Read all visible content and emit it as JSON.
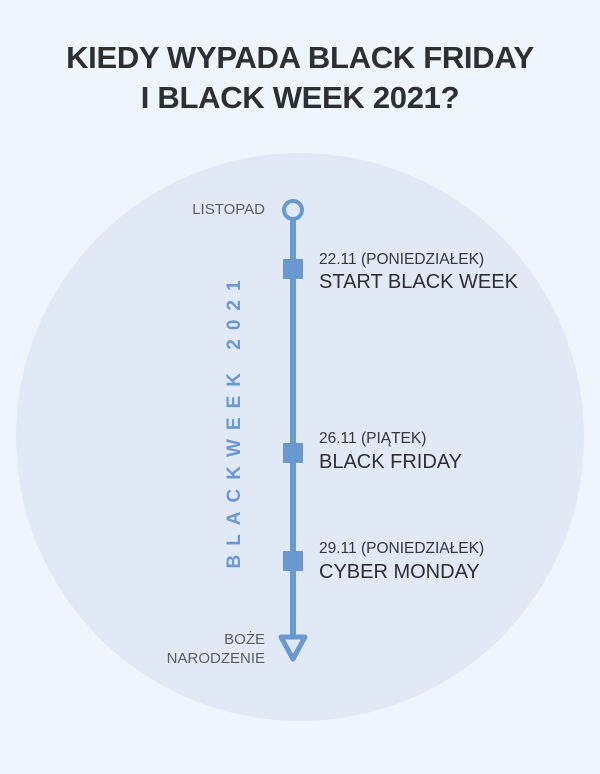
{
  "title": {
    "line1": "KIEDY WYPADA BLACK FRIDAY",
    "line2": "I BLACK WEEK 2021?"
  },
  "timeline": {
    "start_label": "LISTOPAD",
    "end_label_line1": "BOŻE",
    "end_label_line2": "NARODZENIE",
    "vertical_label": "BLACKWEEK 2021",
    "events": [
      {
        "date": "22.11 (PONIEDZIAŁEK)",
        "name": "START BLACK WEEK"
      },
      {
        "date": "26.11 (PIĄTEK)",
        "name": "BLACK FRIDAY"
      },
      {
        "date": "29.11 (PONIEDZIAŁEK)",
        "name": "CYBER MONDAY"
      }
    ]
  },
  "colors": {
    "background": "#eff5fc",
    "circle": "#e0e9f5",
    "accent": "#6a99d1",
    "text_dark": "#2d2f33",
    "text_muted": "#5a5f66"
  }
}
